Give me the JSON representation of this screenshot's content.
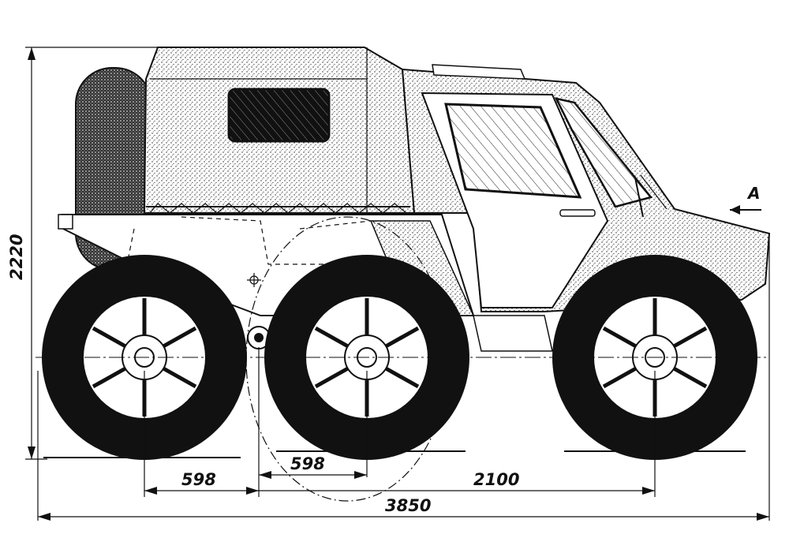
{
  "drawing": {
    "view_label": "A",
    "dimensions": {
      "height_total": "2220",
      "rear_offset": "598",
      "middle_offset": "598",
      "wheelbase": "2100",
      "length_total": "3850"
    }
  },
  "colors": {
    "ink": "#111111",
    "paper": "#ffffff"
  }
}
